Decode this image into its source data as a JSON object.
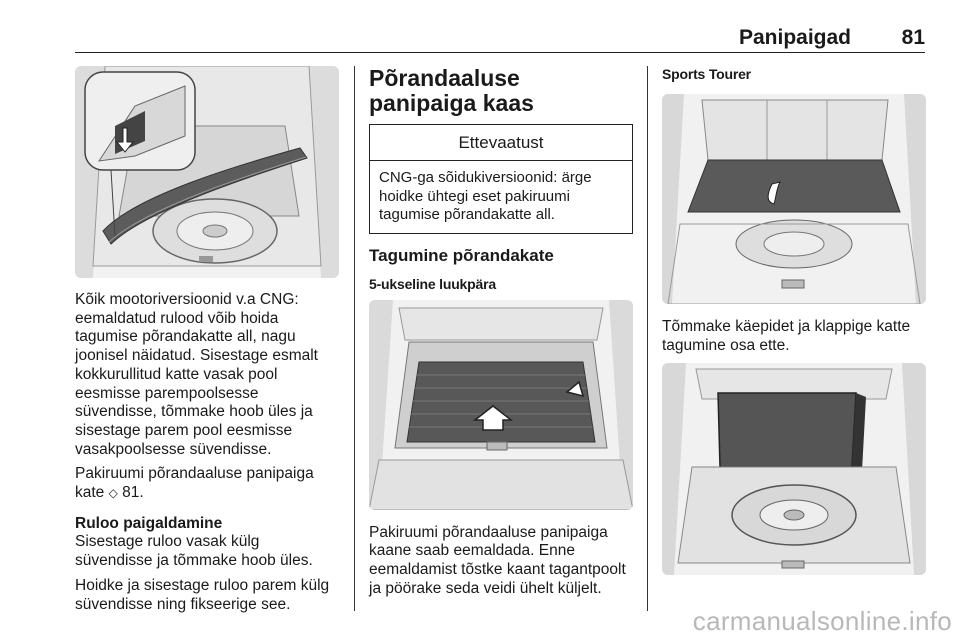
{
  "header": {
    "title": "Panipaigad",
    "page_number": "81"
  },
  "col1": {
    "para1": "Kõik mootoriversioonid v.a CNG: eemaldatud rulood võib hoida tagumise põrandakatte all, nagu joonisel näidatud. Sisestage esmalt kokkurullitud katte vasak pool eesmisse parempoolsesse süvendisse, tõmmake hoob üles ja sisestage parem pool eesmisse vasakpoolsesse süvendisse.",
    "para2_text": "Pakiruumi põrandaaluse panipaiga kate",
    "para2_ref_glyph": "◇",
    "para2_ref": "81.",
    "subheading": "Ruloo paigaldamine",
    "para3": "Sisestage ruloo vasak külg süvendisse ja tõmmake hoob üles.",
    "para4": "Hoidke ja sisestage ruloo parem külg süvendisse ning fikseerige see."
  },
  "col2": {
    "heading": "Põrandaaluse panipaiga kaas",
    "warning": {
      "title": "Ettevaatust",
      "text": "CNG-ga sõidukiversioonid: ärge hoidke ühtegi eset pakiruumi tagumise põrandakatte all."
    },
    "subheading": "Tagumine põrandakate",
    "subsubheading": "5-ukseline luukpära",
    "para1": "Pakiruumi põrandaaluse panipaiga kaane saab eemaldada. Enne eemaldamist tõstke kaant tagantpoolt ja pöörake seda veidi ühelt küljelt."
  },
  "col3": {
    "subsubheading": "Sports Tourer",
    "para1": "Tõmmake käepidet ja klappige katte tagumine osa ette."
  },
  "footer": {
    "watermark": "carmanualsonline.info"
  }
}
